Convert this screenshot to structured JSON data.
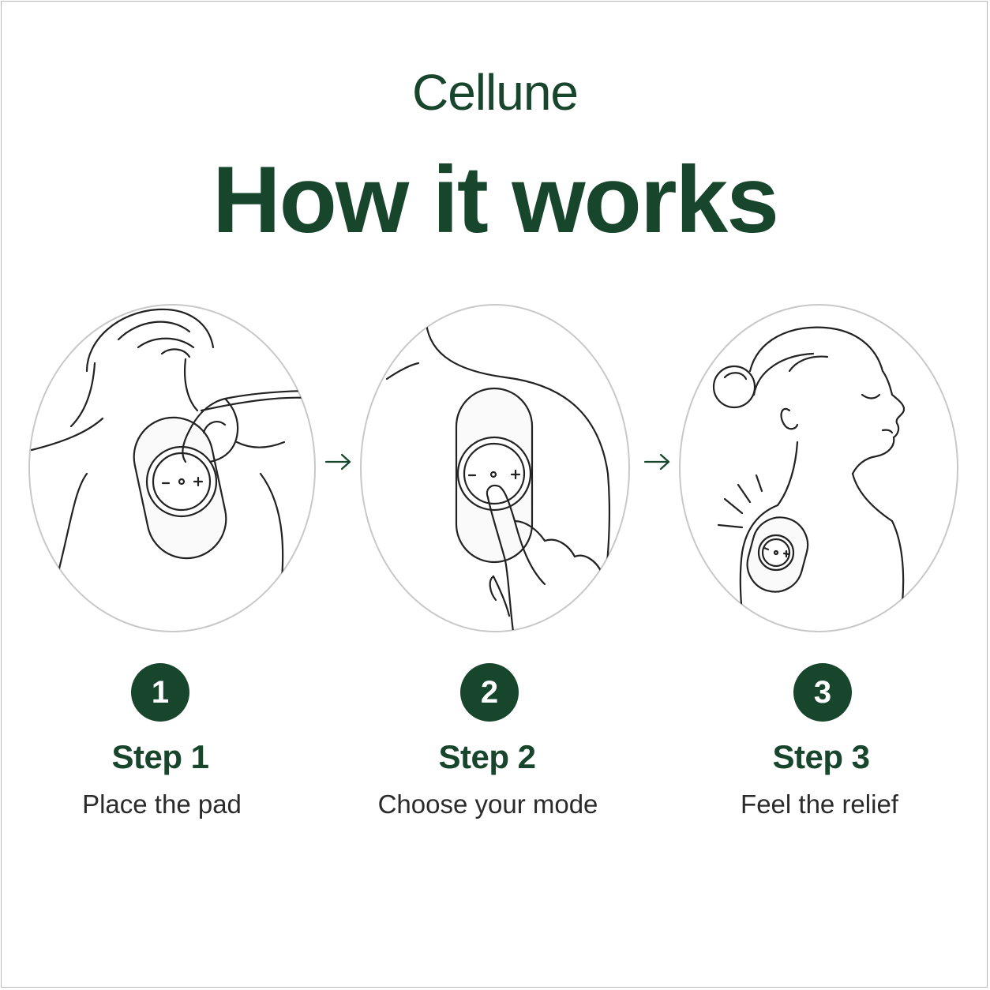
{
  "brand": "Cellune",
  "headline": "How it works",
  "colors": {
    "brand_green": "#17462d",
    "line": "#222222",
    "circle_border": "#c8c8c8"
  },
  "steps": [
    {
      "number": "1",
      "title": "Step 1",
      "description": "Place the pad",
      "illustration": "hand-placing-pad-on-shoulder"
    },
    {
      "number": "2",
      "title": "Step 2",
      "description": "Choose your mode",
      "illustration": "finger-pressing-pad-button"
    },
    {
      "number": "3",
      "title": "Step 3",
      "description": "Feel the relief",
      "illustration": "relaxed-woman-with-pad"
    }
  ],
  "connector_icon": "arrow-right-icon",
  "pad_controls": {
    "minus": "–",
    "center": "o",
    "plus": "+"
  }
}
